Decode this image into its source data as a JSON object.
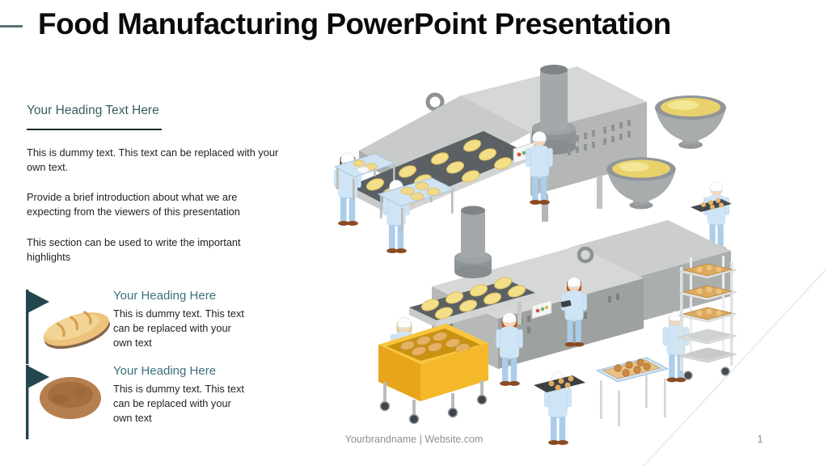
{
  "slide": {
    "title": "Food Manufacturing PowerPoint Presentation",
    "footer": "Yourbrandname | Website.com",
    "page_number": "1"
  },
  "intro": {
    "heading": "Your Heading Text Here",
    "paragraphs": [
      "This is dummy text. This text can be replaced with your own text.",
      "Provide a brief introduction about what we are expecting from the viewers of this presentation",
      "This section can be used to write the important highlights"
    ]
  },
  "list": {
    "items": [
      {
        "icon": "bread-loaf-icon",
        "heading": "Your Heading Here",
        "body": "This is dummy text. This text can be replaced with your own text"
      },
      {
        "icon": "round-bread-icon",
        "heading": "Your Heading Here",
        "body": "This is dummy text. This text can be replaced with your own text"
      }
    ]
  },
  "illustration": {
    "icon": "food-manufacturing-isometric-scene",
    "elements": [
      "tunnel-oven",
      "conveyor-with-bread",
      "dough-bowls",
      "bakery-workers",
      "bread-rack-trolley",
      "bread-cart",
      "prep-tables"
    ]
  },
  "colors": {
    "title_text": "#0b0b0b",
    "heading_teal": "#3a5c60",
    "list_heading_teal": "#39707a",
    "flag_teal": "#24464f",
    "footer_gray": "#909090",
    "worker_coat_blue": "#cfe4f4",
    "batter_yellow": "#e9d26b",
    "cart_yellow": "#f5b82a",
    "machine_gray": "#c6c9c8"
  }
}
